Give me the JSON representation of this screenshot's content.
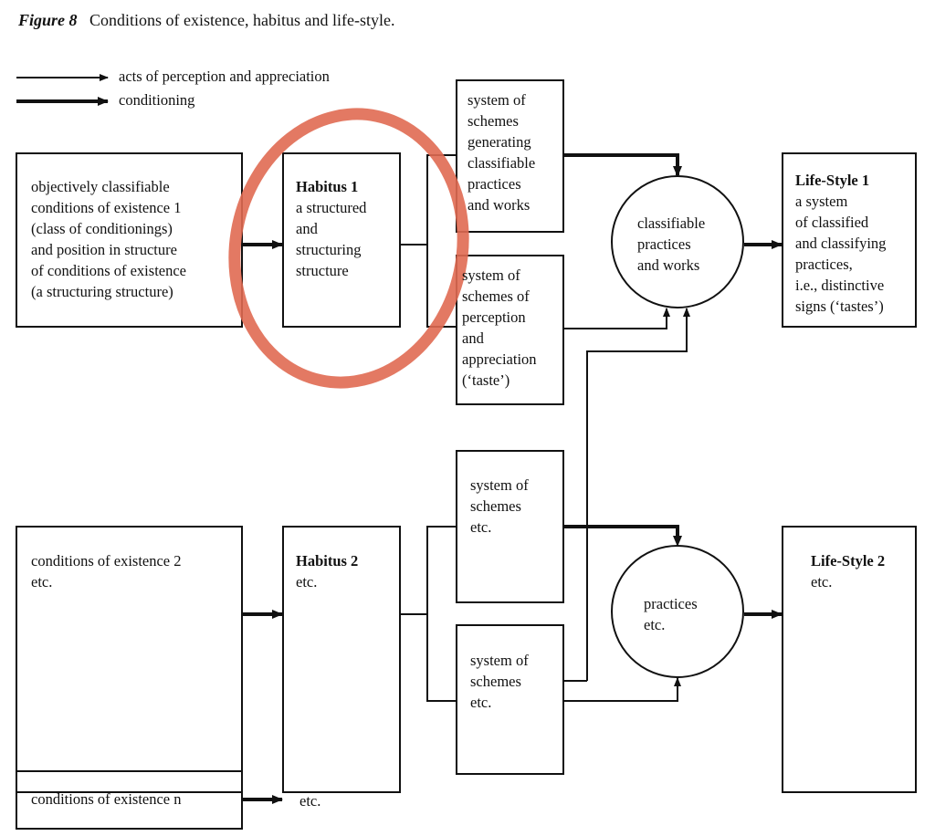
{
  "title": {
    "label": "Figure 8",
    "text": "Conditions of existence, habitus and life-style."
  },
  "legend": {
    "thin": "acts of perception and appreciation",
    "thick": "conditioning"
  },
  "row1": {
    "conditions": [
      "objectively classifiable",
      "conditions of existence 1",
      "(class of conditionings)",
      "and position in structure",
      "of conditions of existence",
      "(a structuring structure)"
    ],
    "habitus_title": "Habitus 1",
    "habitus": [
      "a structured",
      "and",
      "structuring",
      "structure"
    ],
    "scheme_gen": [
      "system of",
      "schemes",
      "generating",
      "classifiable",
      "practices",
      "and works"
    ],
    "scheme_perc": [
      "system of",
      "schemes of",
      "perception",
      "and",
      "appreciation",
      "(‘taste’)"
    ],
    "circle": [
      "classifiable",
      "practices",
      "and works"
    ],
    "lifestyle_title": "Life-Style 1",
    "lifestyle": [
      "a system",
      "of classified",
      "and classifying",
      "practices,",
      "i.e., distinctive",
      "signs (‘tastes’)"
    ]
  },
  "row2": {
    "conditions": [
      "conditions of existence 2",
      "etc."
    ],
    "habitus_title": "Habitus 2",
    "habitus": [
      "etc."
    ],
    "scheme_a": [
      "system of",
      "schemes",
      "etc."
    ],
    "scheme_b": [
      "system of",
      "schemes",
      "etc."
    ],
    "circle": [
      "practices",
      "etc."
    ],
    "lifestyle_title": "Life-Style 2",
    "lifestyle": [
      "etc."
    ]
  },
  "row3": {
    "conditions": "conditions of existence n",
    "etc": "etc."
  },
  "colors": {
    "ink": "#111111",
    "highlight": "#e06a52"
  }
}
